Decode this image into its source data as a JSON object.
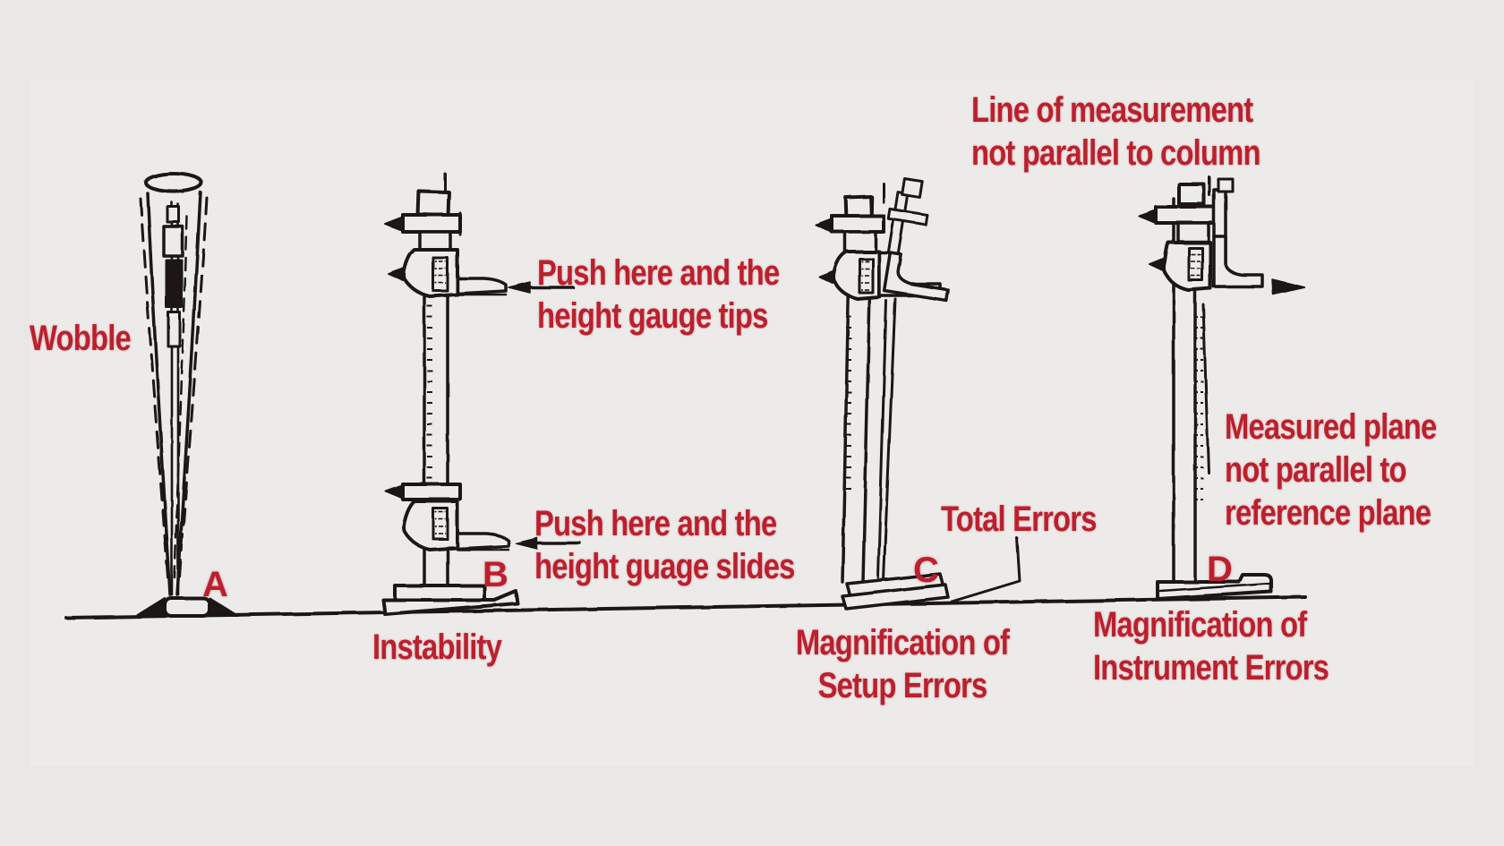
{
  "diagram": {
    "background_color": "#eae8e6",
    "ink_color": "#1a1818",
    "annotation_color": "#ba202e",
    "figure_a": {
      "letter": "A",
      "label": "Wobble"
    },
    "figure_b": {
      "letter": "B",
      "label": "Instability",
      "annotation_upper": [
        "Push here and the",
        "height gauge tips"
      ],
      "annotation_lower": [
        "Push here and the",
        "height guage slides"
      ]
    },
    "figure_c": {
      "letter": "C",
      "label": [
        "Magnification of",
        "Setup Errors"
      ],
      "annotation": "Total Errors"
    },
    "figure_d": {
      "letter": "D",
      "label": [
        "Magnification of",
        "Instrument Errors"
      ],
      "annotation_top": [
        "Line of measurement",
        "not parallel to column"
      ],
      "annotation_side": [
        "Measured plane",
        "not parallel to",
        "reference plane"
      ]
    }
  }
}
